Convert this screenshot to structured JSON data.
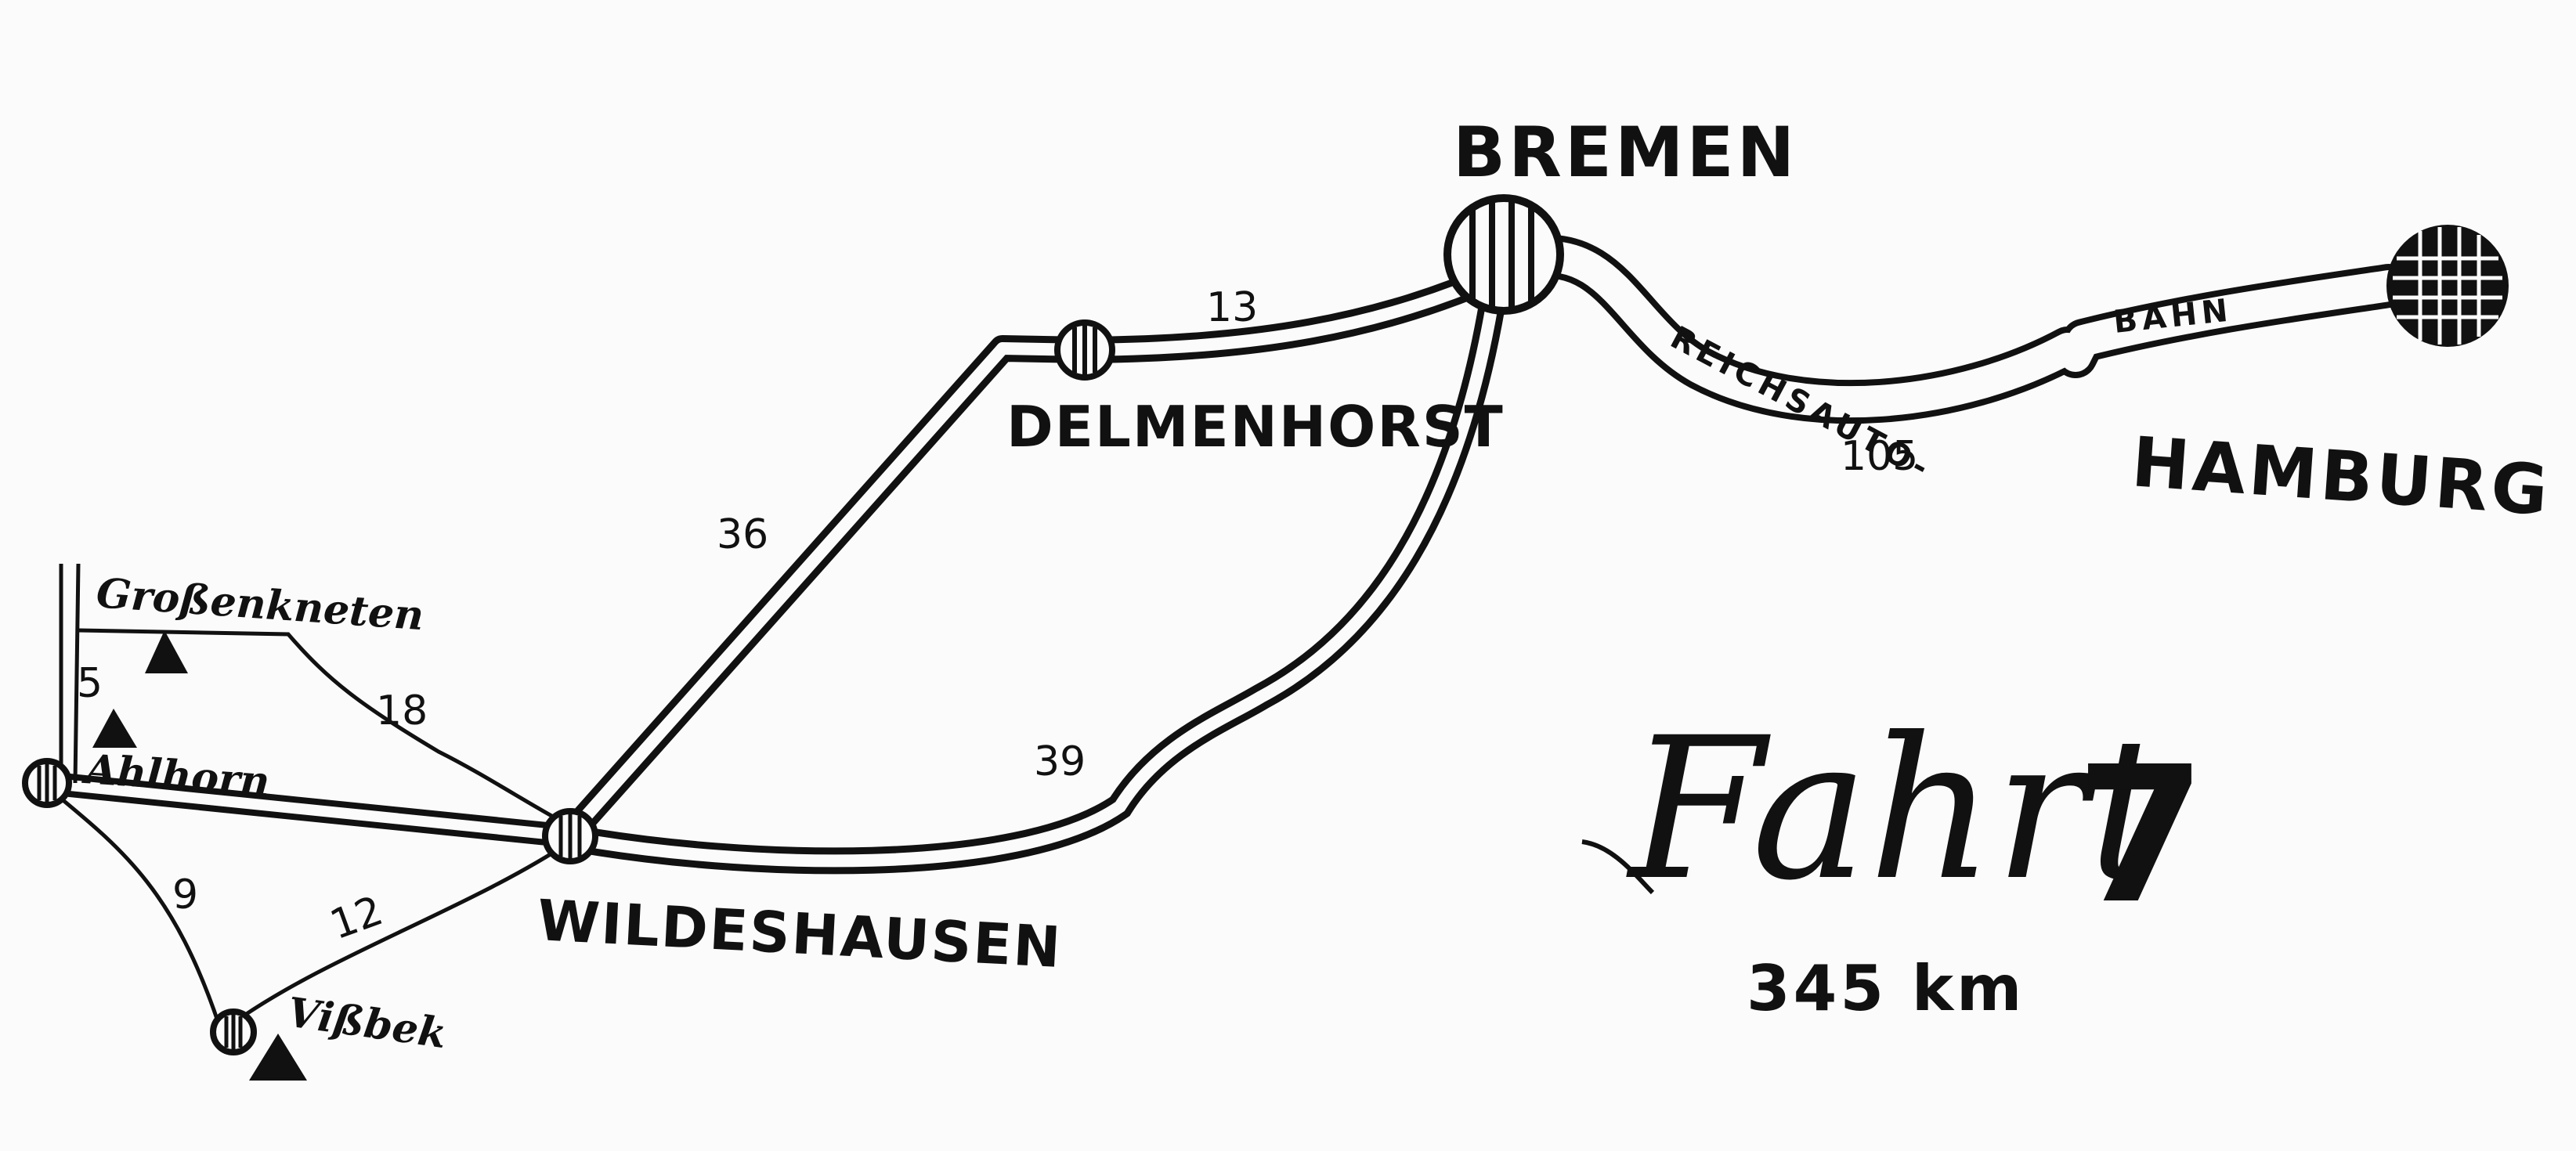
{
  "cities": {
    "bremen": "BREMEN",
    "hamburg": "HAMBURG",
    "delmenhorst": "DELMENHORST",
    "wildeshausen": "WILDESHAUSEN",
    "grossenkneten": "Großenkneten",
    "ahlhorn": "Ahlhorn",
    "visbek": "Vißbek"
  },
  "roads": {
    "reichsauto": "REICHSAUTO-",
    "bahn": "BAHN"
  },
  "distances": {
    "bremen_hamburg": "105",
    "delmenhorst_bremen": "13",
    "wildeshausen_delmenhorst": "36",
    "wildeshausen_bremen": "39",
    "grossenkneten_wildeshausen": "18",
    "ahlhorn_grossenkneten": "5",
    "ahlhorn_visbek": "9",
    "visbek_wildeshausen": "12"
  },
  "title": {
    "text": "Fahrt",
    "number": "7",
    "total": "345 km"
  },
  "colors": {
    "ink": "#111111",
    "paper": "#fbfbfb"
  }
}
